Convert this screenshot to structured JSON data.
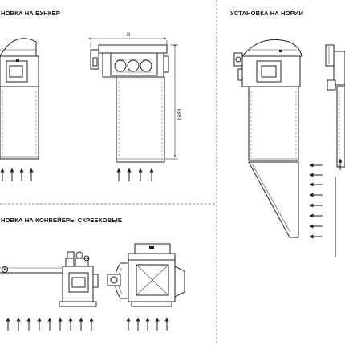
{
  "headings": {
    "bunker": "НОВКА НА БУНКЕР",
    "noria": "УСТАНОВКА НА НОРИИ",
    "conveyor": "НОВКА НА КОНВЕЙЕРЫ СКРЕБКОВЫЕ"
  },
  "dimensions": {
    "width": "B",
    "height": "1683"
  }
}
